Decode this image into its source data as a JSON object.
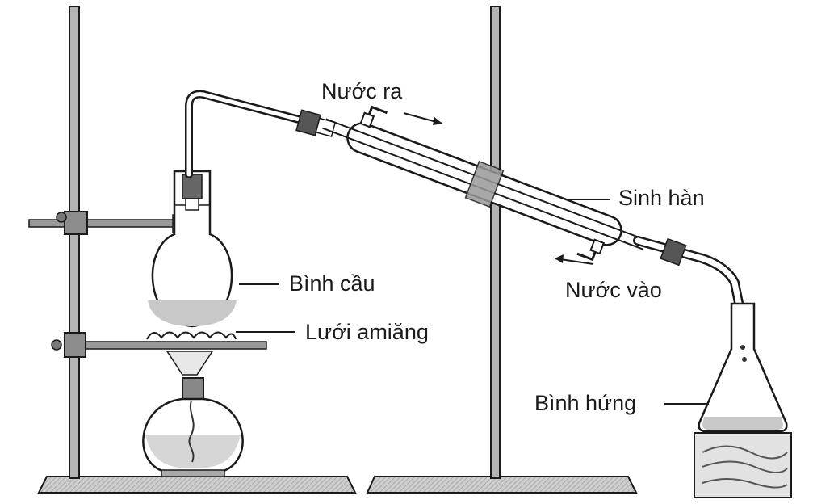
{
  "labels": {
    "water_out": "Nước ra",
    "condenser": "Sinh hàn",
    "round_flask": "Bình cầu",
    "water_in": "Nước vào",
    "asbestos_gauze": "Lưới amiăng",
    "receiver_flask": "Bình hứng"
  },
  "colors": {
    "line": "#1a1a1a",
    "metal": "#9a9a9a",
    "liquid": "#c8c8c8",
    "wood": "#d9d9d9"
  }
}
